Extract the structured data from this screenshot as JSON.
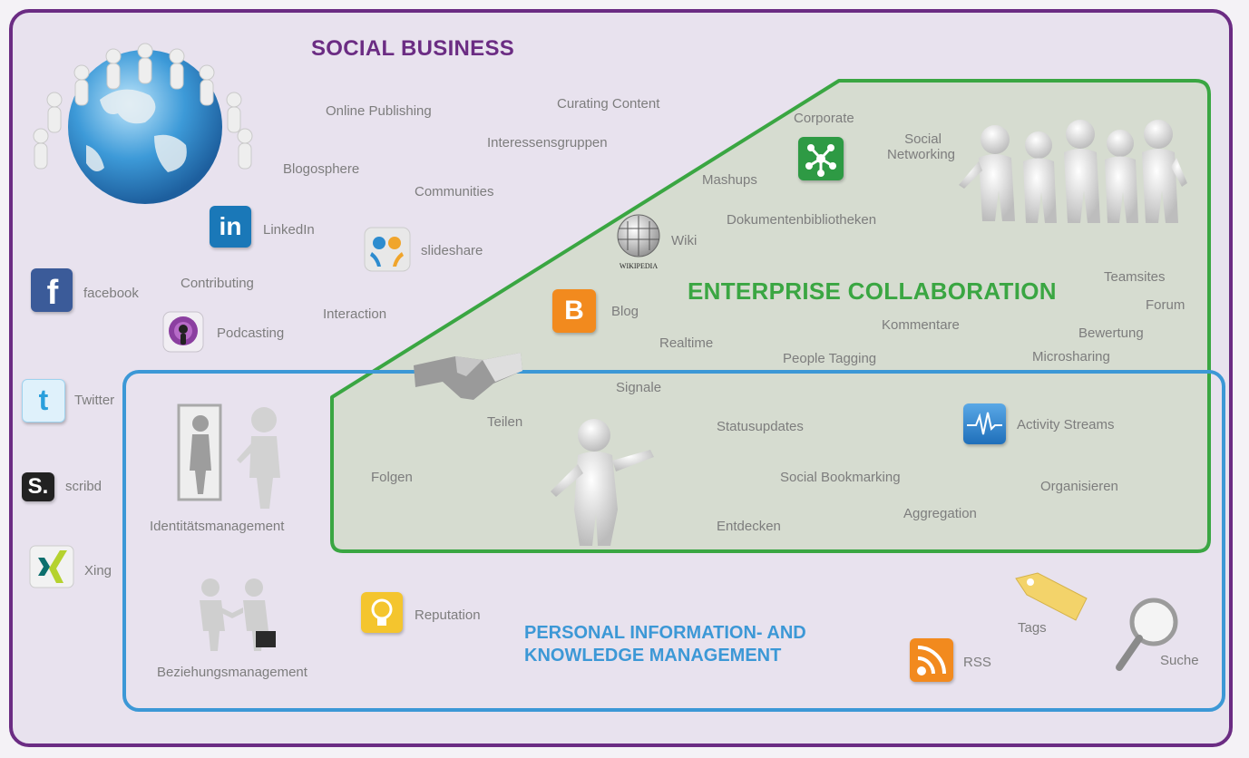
{
  "headings": {
    "social_business": "SOCIAL BUSINESS",
    "enterprise_collaboration": "ENTERPRISE COLLABORATION",
    "personal_line1": "PERSONAL INFORMATION- AND",
    "personal_line2": "KNOWLEDGE MANAGEMENT"
  },
  "social_terms": {
    "online_publishing": "Online Publishing",
    "curating_content": "Curating Content",
    "interessensgruppen": "Interessensgruppen",
    "blogosphere": "Blogosphere",
    "communities": "Communities",
    "contributing": "Contributing",
    "interaction": "Interaction"
  },
  "platforms": {
    "linkedin": "LinkedIn",
    "slideshare": "slideshare",
    "facebook": "facebook",
    "podcasting": "Podcasting",
    "twitter": "Twitter",
    "scribd": "scribd",
    "xing": "Xing"
  },
  "enterprise_terms": {
    "corporate": "Corporate",
    "social_networking_line1": "Social",
    "social_networking_line2": "Networking",
    "mashups": "Mashups",
    "dokumentenbibliotheken": "Dokumentenbibliotheken",
    "wiki": "Wiki",
    "wikipedia_logo_text": "WIKIPEDIA",
    "teamsites": "Teamsites",
    "forum": "Forum",
    "blog": "Blog",
    "kommentare": "Kommentare",
    "bewertung": "Bewertung",
    "realtime": "Realtime",
    "people_tagging": "People Tagging",
    "microsharing": "Microsharing"
  },
  "shared_terms": {
    "signale": "Signale",
    "teilen": "Teilen",
    "statusupdates": "Statusupdates",
    "activity_streams": "Activity Streams",
    "folgen": "Folgen",
    "social_bookmarking": "Social Bookmarking",
    "organisieren": "Organisieren",
    "aggregation": "Aggregation",
    "entdecken": "Entdecken"
  },
  "personal_terms": {
    "identitaetsmanagement": "Identitätsmanagement",
    "reputation": "Reputation",
    "beziehungsmanagement": "Beziehungsmanagement",
    "tags": "Tags",
    "rss": "RSS",
    "suche": "Suche"
  },
  "colors": {
    "social": "#6b2c83",
    "enterprise": "#3aa642",
    "personal": "#3c98d6",
    "label": "#7d7d7d"
  },
  "icons": [
    "globe-people-icon",
    "linkedin-icon",
    "slideshare-icon",
    "facebook-icon",
    "podcast-icon",
    "twitter-icon",
    "scribd-icon",
    "xing-icon",
    "network-icon",
    "wikipedia-icon",
    "blogger-icon",
    "people-group-icon",
    "handshake-icon",
    "presenter-figure-icon",
    "activity-streams-icon",
    "mirror-figure-icon",
    "business-handshake-icon",
    "lightbulb-icon",
    "tag-icon",
    "rss-icon",
    "magnifier-icon"
  ]
}
